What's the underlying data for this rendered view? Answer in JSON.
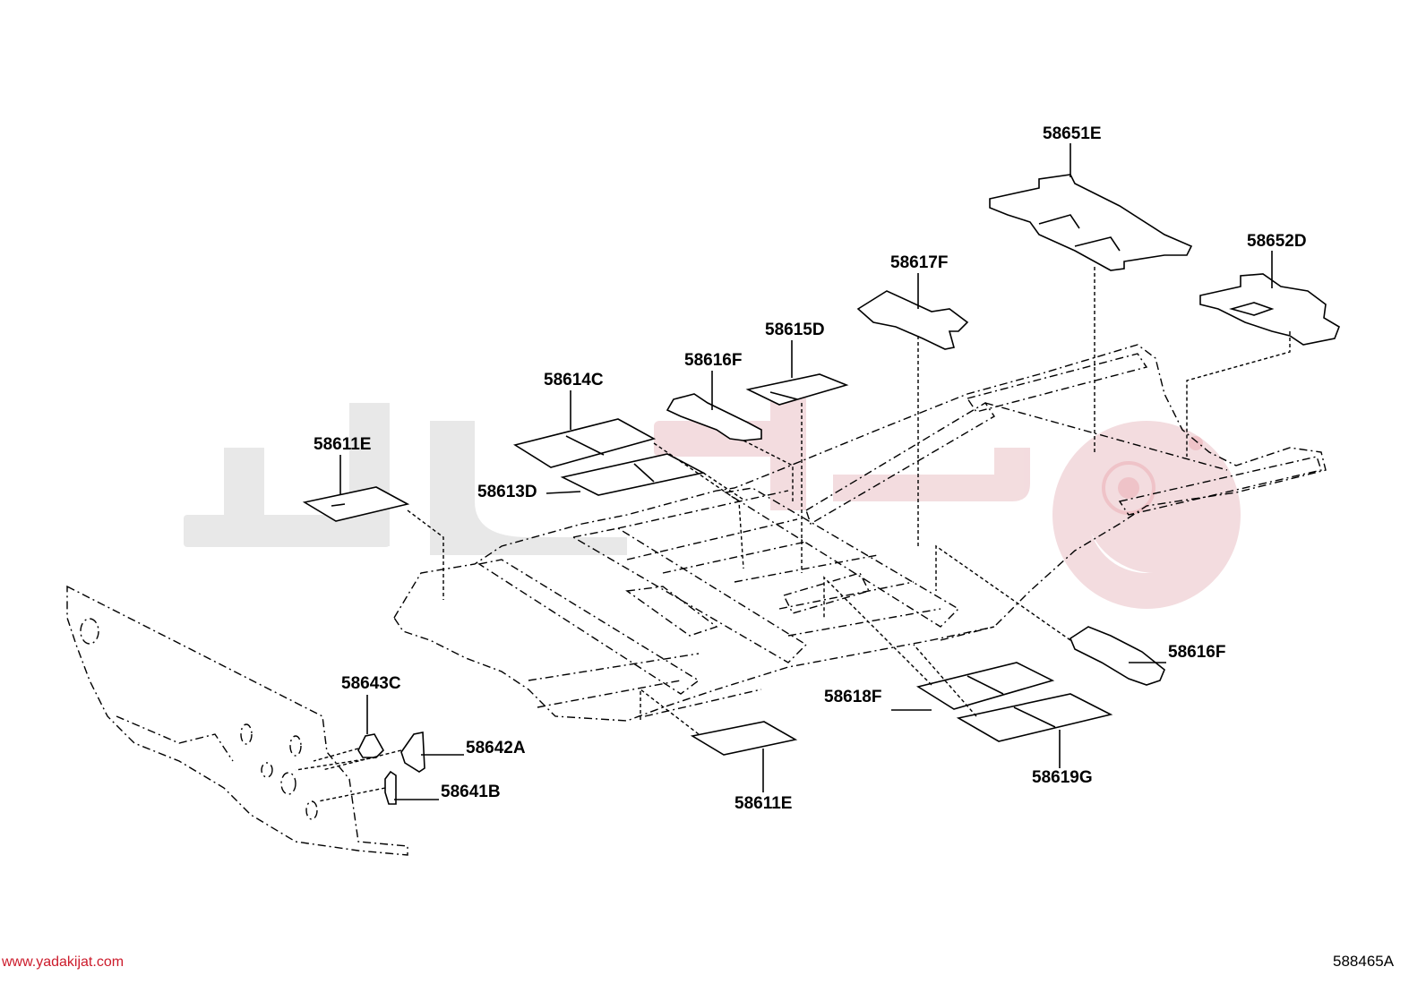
{
  "labels": {
    "l58651E": "58651E",
    "l58652D": "58652D",
    "l58617F": "58617F",
    "l58615D": "58615D",
    "l58616F_top": "58616F",
    "l58614C": "58614C",
    "l58611E_top": "58611E",
    "l58613D": "58613D",
    "l58616F_right": "58616F",
    "l58618F": "58618F",
    "l58619G": "58619G",
    "l58611E_bottom": "58611E",
    "l58643C": "58643C",
    "l58642A": "58642A",
    "l58641B": "58641B"
  },
  "footer": {
    "website": "www.yadakijat.com",
    "code": "588465A"
  },
  "colors": {
    "watermark": "#f2d9dc",
    "website_text": "#cc1b2b"
  }
}
